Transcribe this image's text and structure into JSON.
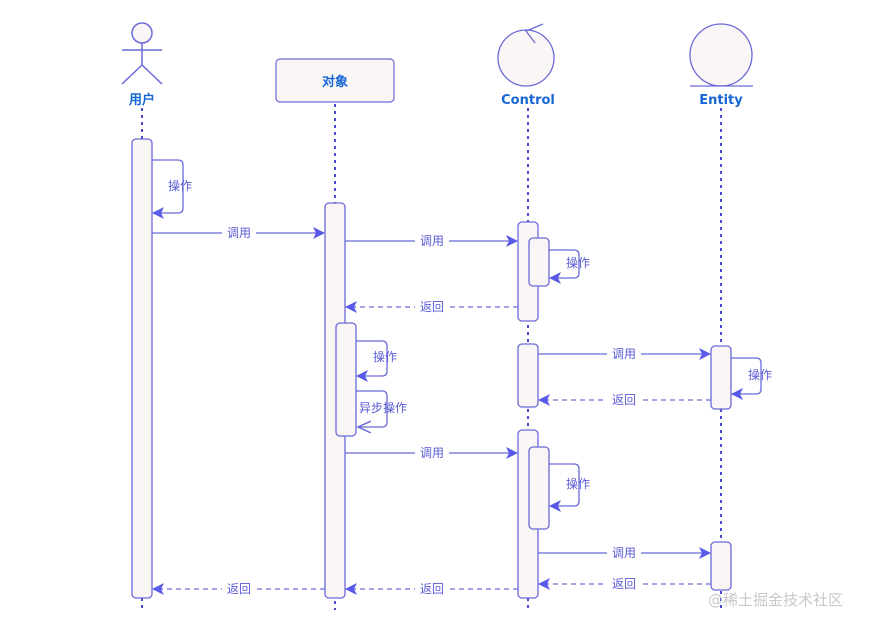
{
  "diagram": {
    "type": "sequence",
    "colors": {
      "line": "#6a6ad8",
      "arrow": "#5a5ae8",
      "fill": "#faf6f6",
      "participant_text": "#1766d6",
      "message_text": "#5b5bd6",
      "watermark": "#c8c8c8"
    },
    "participants": [
      {
        "id": "user",
        "kind": "actor",
        "label": "用户"
      },
      {
        "id": "object",
        "kind": "box",
        "label": "对象"
      },
      {
        "id": "control",
        "kind": "control",
        "label": "Control"
      },
      {
        "id": "entity",
        "kind": "entity",
        "label": "Entity"
      }
    ],
    "messages": [
      {
        "from": "user",
        "to": "user",
        "label": "操作",
        "style": "self-sync"
      },
      {
        "from": "user",
        "to": "object",
        "label": "调用",
        "style": "sync"
      },
      {
        "from": "object",
        "to": "control",
        "label": "调用",
        "style": "sync"
      },
      {
        "from": "control",
        "to": "control",
        "label": "操作",
        "style": "self-sync"
      },
      {
        "from": "control",
        "to": "object",
        "label": "返回",
        "style": "return"
      },
      {
        "from": "object",
        "to": "object",
        "label": "操作",
        "style": "self-sync"
      },
      {
        "from": "object",
        "to": "object",
        "label": "异步操作",
        "style": "self-async"
      },
      {
        "from": "control",
        "to": "entity",
        "label": "调用",
        "style": "sync"
      },
      {
        "from": "entity",
        "to": "entity",
        "label": "操作",
        "style": "self-sync"
      },
      {
        "from": "entity",
        "to": "control",
        "label": "返回",
        "style": "return"
      },
      {
        "from": "object",
        "to": "control",
        "label": "调用",
        "style": "sync"
      },
      {
        "from": "control",
        "to": "control",
        "label": "操作",
        "style": "self-sync"
      },
      {
        "from": "control",
        "to": "entity",
        "label": "调用",
        "style": "sync"
      },
      {
        "from": "entity",
        "to": "control",
        "label": "返回",
        "style": "return"
      },
      {
        "from": "control",
        "to": "object",
        "label": "返回",
        "style": "return"
      },
      {
        "from": "object",
        "to": "user",
        "label": "返回",
        "style": "return"
      }
    ]
  },
  "watermark": "@稀土掘金技术社区"
}
